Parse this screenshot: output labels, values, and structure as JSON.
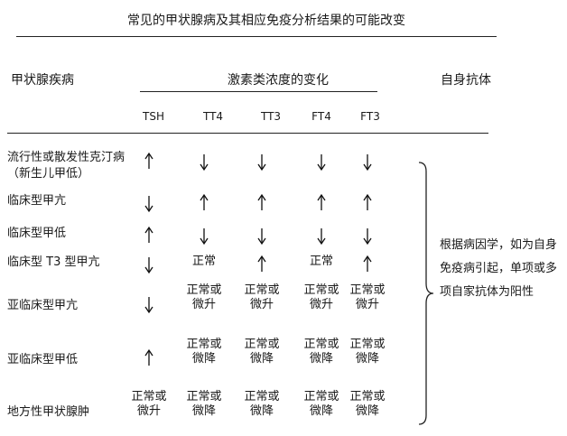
{
  "title": "常见的甲状腺病及其相应免疫分析结果的可能改变",
  "header": {
    "disease_col": "甲状腺疾病",
    "hormone_group": "激素类浓度的变化",
    "antibody_col": "自身抗体",
    "hormones": [
      "TSH",
      "TT4",
      "TT3",
      "FT4",
      "FT3"
    ]
  },
  "rows": [
    {
      "label_lines": [
        "流行性或散发性克汀病",
        "（新生儿甲低）"
      ],
      "cells": [
        {
          "arrow": "up"
        },
        {
          "arrow": "down"
        },
        {
          "arrow": "down"
        },
        {
          "arrow": "down"
        },
        {
          "arrow": "down"
        }
      ]
    },
    {
      "label_lines": [
        "临床型甲亢"
      ],
      "cells": [
        {
          "arrow": "down"
        },
        {
          "arrow": "up"
        },
        {
          "arrow": "up"
        },
        {
          "arrow": "up"
        },
        {
          "arrow": "up"
        }
      ]
    },
    {
      "label_lines": [
        "临床型甲低"
      ],
      "cells": [
        {
          "arrow": "up"
        },
        {
          "arrow": "down"
        },
        {
          "arrow": "down"
        },
        {
          "arrow": "down"
        },
        {
          "arrow": "down"
        }
      ]
    },
    {
      "label_lines": [
        "临床型 T3 型甲亢"
      ],
      "cells": [
        {
          "arrow": "down"
        },
        {
          "text": "正常"
        },
        {
          "arrow": "up"
        },
        {
          "text": "正常"
        },
        {
          "arrow": "up"
        }
      ]
    },
    {
      "label_lines": [
        "亚临床型甲亢"
      ],
      "cells": [
        {
          "arrow": "down"
        },
        {
          "text": "正常或\n微升"
        },
        {
          "text": "正常或\n微升"
        },
        {
          "text": "正常或\n微升"
        },
        {
          "text": "正常或\n微升"
        }
      ]
    },
    {
      "label_lines": [
        "亚临床型甲低"
      ],
      "cells": [
        {
          "arrow": "up"
        },
        {
          "text": "正常或\n微降"
        },
        {
          "text": "正常或\n微降"
        },
        {
          "text": "正常或\n微降"
        },
        {
          "text": "正常或\n微降"
        }
      ]
    },
    {
      "label_lines": [
        "地方性甲状腺肿"
      ],
      "cells": [
        {
          "text": "正常或\n微升"
        },
        {
          "text": "正常或\n微降"
        },
        {
          "text": "正常或\n微降"
        },
        {
          "text": "正常或\n微降"
        },
        {
          "text": "正常或\n微降"
        }
      ]
    }
  ],
  "antibody_note_lines": [
    "根据病因学，如为自身",
    "免疫病引起，单项或多",
    "项自家抗体为阳性"
  ]
}
